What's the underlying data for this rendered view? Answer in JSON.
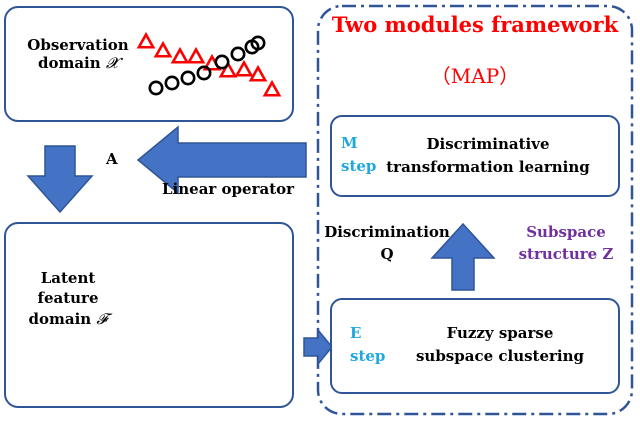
{
  "observation": {
    "label_line1": "Observation",
    "label_line2": "domain",
    "symbol": "𝓧"
  },
  "latent": {
    "label_line1": "Latent",
    "label_line2": "feature",
    "label_line3": "domain",
    "symbol": "𝓕"
  },
  "framework": {
    "title": "Two modules framework",
    "subtitle": "（MAP）"
  },
  "m_step": {
    "tag_line1": "M",
    "tag_line2": "step",
    "text_line1": "Discriminative",
    "text_line2": "transformation learning"
  },
  "e_step": {
    "tag_line1": "E",
    "tag_line2": "step",
    "text_line1": "Fuzzy sparse",
    "text_line2": "subspace clustering"
  },
  "arrows": {
    "a_label": "A",
    "linear_operator": "Linear operator",
    "discrimination_line1": "Discrimination",
    "discrimination_line2": "Q",
    "subspace_line1": "Subspace",
    "subspace_line2": "structure  Z"
  },
  "colors": {
    "box_border": "#2f5597",
    "arrow_fill": "#4472c4",
    "title_red": "#ff0000",
    "step_cyan": "#1fa8e0",
    "subspace_purple": "#7030a0",
    "triangle": "#ff0000",
    "circle": "#000000"
  }
}
